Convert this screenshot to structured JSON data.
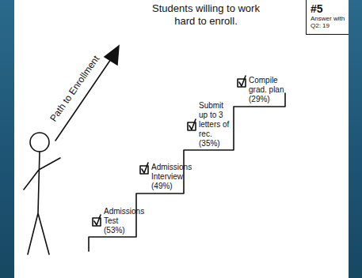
{
  "diagram": {
    "title": "Students willing to work hard to enroll.",
    "nodes": [
      {
        "text": [
          "#5",
          "Answer with Q2: 19"
        ]
      }
    ],
    "labels": [
      "Path to Enrollment",
      "Admissions Test (53%)",
      "Admissions Interview (49%)",
      "Submit up to 3 letters of rec. (35%)",
      "Compile grad. plan (29%)"
    ]
  }
}
